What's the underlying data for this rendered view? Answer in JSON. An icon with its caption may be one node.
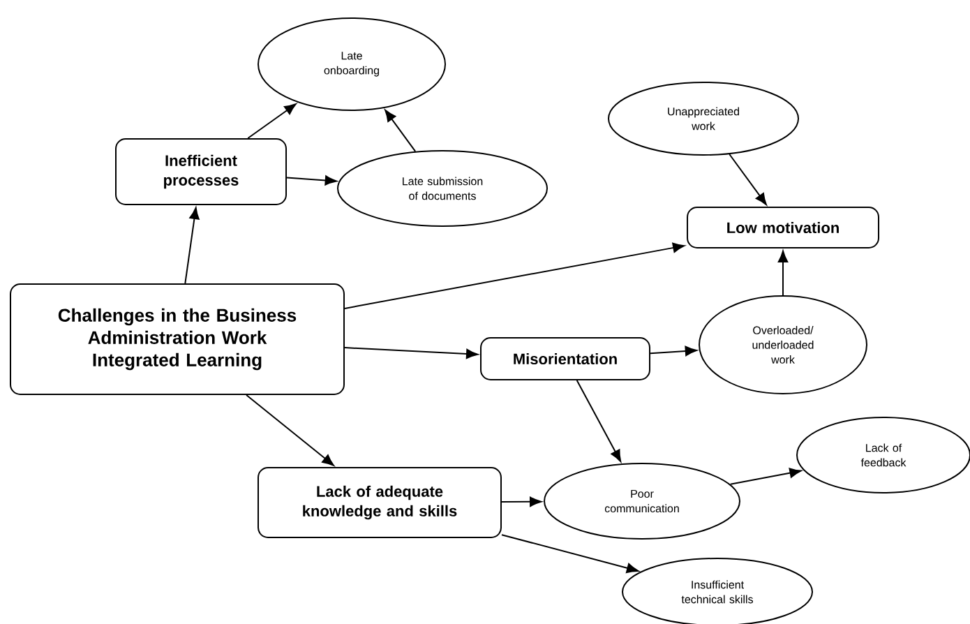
{
  "diagram": {
    "nodes": [
      {
        "text": [
          "Challenges in the Business Administration Work Integrated Learning"
        ]
      },
      {
        "text": [
          "Inefficient processes"
        ]
      },
      {
        "text": [
          "Late onboarding"
        ]
      },
      {
        "text": [
          "Late submission of documents"
        ]
      },
      {
        "text": [
          "Unappreciated work"
        ]
      },
      {
        "text": [
          "Low motivation"
        ]
      },
      {
        "text": [
          "Misorientation"
        ]
      },
      {
        "text": [
          "Overloaded/ underloaded work"
        ]
      },
      {
        "text": [
          "Lack of adequate knowledge and skills"
        ]
      },
      {
        "text": [
          "Poor communication"
        ]
      },
      {
        "text": [
          "Lack of feedback"
        ]
      },
      {
        "text": [
          "Insufficient technical skills"
        ]
      }
    ],
    "edges": [
      {
        "from": 0,
        "to": 1,
        "arrow": "to"
      },
      {
        "from": 1,
        "to": 2,
        "arrow": "to"
      },
      {
        "from": 1,
        "to": 3,
        "arrow": "to"
      },
      {
        "from": 3,
        "to": 2,
        "arrow": "to"
      },
      {
        "from": 0,
        "to": 5,
        "arrow": "to"
      },
      {
        "from": 4,
        "to": 5,
        "arrow": "to"
      },
      {
        "from": 0,
        "to": 6,
        "arrow": "to"
      },
      {
        "from": 6,
        "to": 7,
        "arrow": "to"
      },
      {
        "from": 7,
        "to": 5,
        "arrow": "to"
      },
      {
        "from": 0,
        "to": 8,
        "arrow": "to"
      },
      {
        "from": 6,
        "to": 9,
        "arrow": "to"
      },
      {
        "from": 8,
        "to": 9,
        "arrow": "to"
      },
      {
        "from": 9,
        "to": 10,
        "arrow": "to"
      },
      {
        "from": 8,
        "to": 11,
        "arrow": "to"
      }
    ]
  }
}
